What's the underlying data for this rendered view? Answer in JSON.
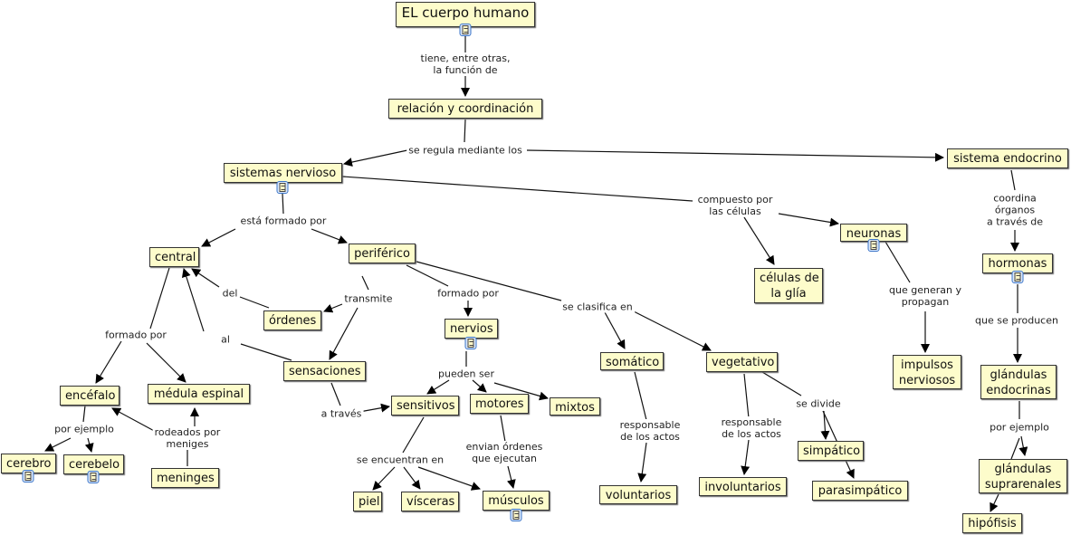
{
  "title": "EL cuerpo humano",
  "concepts": {
    "cuerpo": "EL cuerpo humano",
    "relacion": "relación y coordinación",
    "nervioso": "sistemas nervioso",
    "endocrino": "sistema endocrino",
    "central": "central",
    "periferico": "periférico",
    "neuronas": "neuronas",
    "glia": "células de\nla glía",
    "hormonas": "hormonas",
    "ordenes": "órdenes",
    "sensaciones": "sensaciones",
    "nervios": "nervios",
    "somatico": "somático",
    "vegetativo": "vegetativo",
    "impulsos": "impulsos\nnerviosos",
    "gl_endocrinas": "glándulas\nendocrinas",
    "encefalo": "encéfalo",
    "medula": "médula espinal",
    "sensitivos": "sensitivos",
    "motores": "motores",
    "mixtos": "mixtos",
    "simpatico": "simpático",
    "suprarrenales": "glándulas\nsuprarenales",
    "cerebro": "cerebro",
    "cerebelo": "cerebelo",
    "meninges": "meninges",
    "voluntarios": "voluntarios",
    "involuntarios": "involuntarios",
    "parasimpatico": "parasimpático",
    "piel": "piel",
    "visceras": "vísceras",
    "musculos": "músculos",
    "hipofisis": "hipófisis"
  },
  "links": {
    "tiene": "tiene, entre otras,\nla función de",
    "regula": "se regula mediante los",
    "formado1": "está formado por",
    "compuesto": "compuesto por\nlas células",
    "coordina": "coordina\nórganos\na través de",
    "del": "del",
    "transmite": "transmite",
    "formado2": "formado por",
    "clasifica": "se clasifica en",
    "generan": "que generan y\npropagan",
    "producen": "que se producen",
    "formado3": "formado por",
    "al": "al",
    "pueden": "pueden ser",
    "atraves": "a través",
    "ejemplo1": "por ejemplo",
    "rodeados": "rodeados por\nmeniges",
    "encuentran": "se encuentran en",
    "envian": "envian órdenes\nque ejecutan",
    "resp1": "responsable\nde los actos",
    "resp2": "responsable\nde los actos",
    "divide": "se divide",
    "ejemplo2": "por ejemplo"
  },
  "icons": [
    "document-icon"
  ],
  "colors": {
    "concept_fill": "#fdfccb",
    "concept_border": "#333333",
    "icon_border": "#3a74c8"
  }
}
